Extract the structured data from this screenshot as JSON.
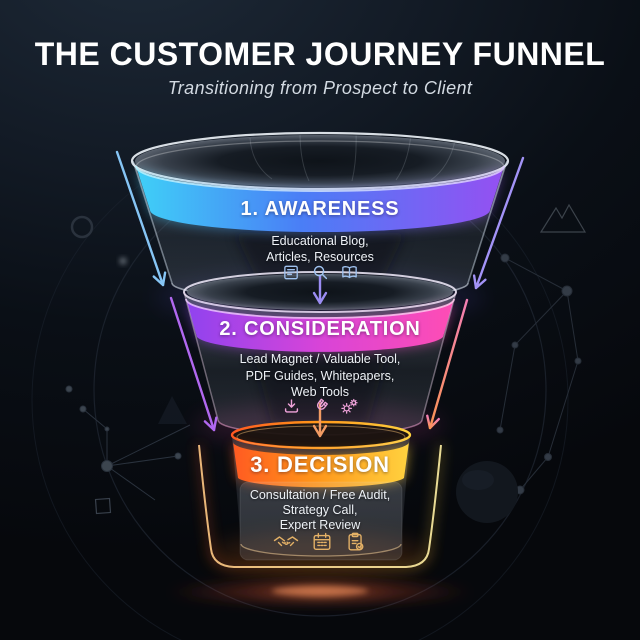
{
  "header": {
    "title": "THE CUSTOMER JOURNEY FUNNEL",
    "subtitle": "Transitioning from Prospect to Client"
  },
  "funnel": {
    "stages": [
      {
        "id": "awareness",
        "label": "1. AWARENESS",
        "description_lines": [
          "Educational Blog,",
          "Articles, Resources"
        ],
        "icons": [
          "newspaper-icon",
          "search-icon",
          "open-book-icon"
        ],
        "band_gradient": [
          "#3fd0f7",
          "#4a7ef6",
          "#9550f2"
        ],
        "icon_color": "#9fc2ef"
      },
      {
        "id": "consideration",
        "label": "2. CONSIDERATION",
        "description_lines": [
          "Lead Magnet / Valuable Tool,",
          "PDF Guides, Whitepapers,",
          "Web Tools"
        ],
        "icons": [
          "download-icon",
          "magnet-icon",
          "gears-icon"
        ],
        "band_gradient": [
          "#8f43ef",
          "#d844d8",
          "#ff4db4"
        ],
        "icon_color": "#f0a3da"
      },
      {
        "id": "decision",
        "label": "3. DECISION",
        "description_lines": [
          "Consultation / Free Audit,",
          "Strategy Call,",
          "Expert Review"
        ],
        "icons": [
          "handshake-icon",
          "calendar-icon",
          "clipboard-check-icon"
        ],
        "band_gradient": [
          "#ff5a22",
          "#ff9419",
          "#ffd23f"
        ],
        "icon_color": "#e4b166"
      }
    ]
  },
  "colors": {
    "background_top": "#1e2a38",
    "background_bottom": "#06080c",
    "title_text": "#ffffff",
    "subtitle_text": "#d3dae2",
    "body_text": "#eef2f7",
    "arrow_blue": "#86c5f5",
    "arrow_purple": "#a393f7",
    "arrow_violet": "#b168f0",
    "arrow_pink": "#f472b6",
    "arrow_orange": "#f29b63"
  }
}
